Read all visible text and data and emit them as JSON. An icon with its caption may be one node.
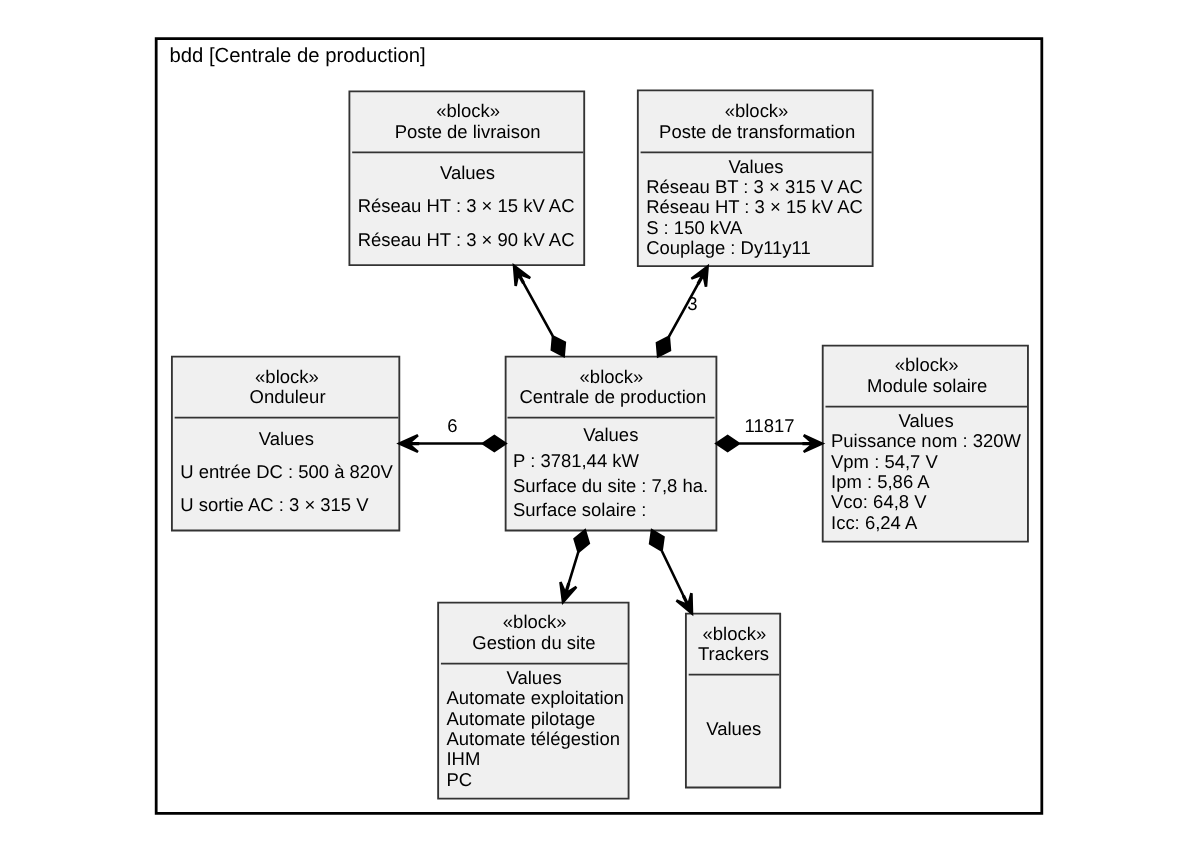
{
  "diagram": {
    "nodes": [
      {
        "text": [
          "bdd [Centrale de production]"
        ]
      },
      {
        "text": [
          "«block»",
          "Poste de transformation",
          "Values",
          "Réseau BT : 3 × 315 V AC",
          "Réseau HT : 3 × 15 kV AC",
          "S : 150 kVA",
          "Couplage : Dy11y11"
        ],
        "in": 0
      },
      {
        "text": [
          "«block»",
          "Poste de livraison",
          "Values",
          "Réseau HT : 3 × 15 kV AC",
          "Réseau HT : 3 × 90 kV AC"
        ],
        "in": 0
      },
      {
        "text": [
          "«block»",
          "Onduleur",
          "Values",
          "U entrée DC : 500 à 820V",
          "U sortie AC : 3 × 315 V"
        ],
        "in": 0
      },
      {
        "text": [
          "«block»",
          "Centrale de production",
          "Values",
          "P : 3781,44 kW",
          "Surface du site : 7,8 ha.",
          "Surface solaire :"
        ],
        "in": 0
      },
      {
        "text": [
          "«block»",
          "Module solaire",
          "Values",
          "Puissance nom : 320W",
          "Vpm : 54,7 V",
          "Ipm : 5,86 A",
          "Vco: 64,8 V",
          "Icc: 6,24 A"
        ],
        "in": 0
      },
      {
        "text": [
          "«block»",
          "Gestion du site",
          "Values",
          "Automate exploitation",
          "Automate pilotage",
          "Automate télégestion",
          "IHM",
          "PC"
        ],
        "in": 0
      },
      {
        "text": [
          "«block»",
          "Trackers",
          "Values"
        ],
        "in": 0
      }
    ],
    "edges": [
      {
        "from": 4,
        "to": 1,
        "arrow": "to",
        "label": "3"
      },
      {
        "from": 4,
        "to": 2,
        "arrow": "to"
      },
      {
        "from": 4,
        "to": 3,
        "arrow": "to",
        "label": "6"
      },
      {
        "from": 4,
        "to": 5,
        "arrow": "to",
        "label": "11817"
      },
      {
        "from": 4,
        "to": 6,
        "arrow": "to"
      },
      {
        "from": 4,
        "to": 7,
        "arrow": "to"
      }
    ]
  }
}
